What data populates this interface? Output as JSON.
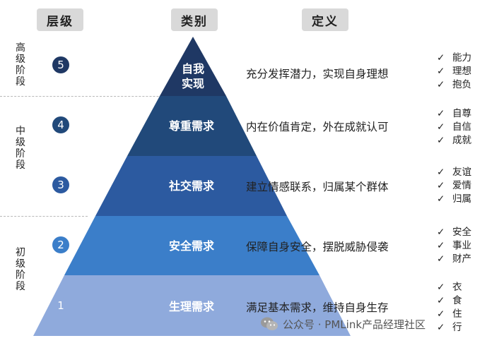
{
  "headers": {
    "level": "层级",
    "category": "类别",
    "definition": "定义"
  },
  "stages": {
    "high": "高级阶段",
    "mid": "中级阶段",
    "low": "初级阶段"
  },
  "tiers": [
    {
      "number": "5",
      "label_lines": [
        "自我",
        "实现"
      ],
      "definition": "充分发挥潜力，实现自身理想",
      "checks": [
        "能力",
        "理想",
        "抱负"
      ],
      "color": "#1f3864",
      "circle_color": "#1f3864"
    },
    {
      "number": "4",
      "label_lines": [
        "尊重需求"
      ],
      "definition": "内在价值肯定，外在成就认可",
      "checks": [
        "自尊",
        "自信",
        "成就"
      ],
      "color": "#21497a",
      "circle_color": "#21497a"
    },
    {
      "number": "3",
      "label_lines": [
        "社交需求"
      ],
      "definition": "建立情感联系，归属某个群体",
      "checks": [
        "友谊",
        "爱情",
        "归属"
      ],
      "color": "#2c5aa0",
      "circle_color": "#2c5aa0"
    },
    {
      "number": "2",
      "label_lines": [
        "安全需求"
      ],
      "definition": "保障自身安全，摆脱威胁侵袭",
      "checks": [
        "安全",
        "事业",
        "财产"
      ],
      "color": "#3b7ec9",
      "circle_color": "#3b7ec9"
    },
    {
      "number": "1",
      "label_lines": [
        "生理需求"
      ],
      "definition": "满足基本需求，维持自身生存",
      "checks": [
        "衣",
        "食",
        "住",
        "行"
      ],
      "color": "#8faadc",
      "circle_color": "#8faadc"
    }
  ],
  "check_mark": "✓",
  "watermark": "公众号 · PMLink产品经理社区"
}
